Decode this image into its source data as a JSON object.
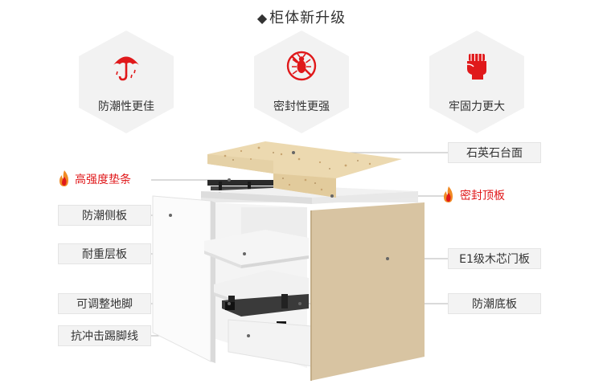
{
  "title": "柜体新升级",
  "features": [
    {
      "icon": "umbrella-icon",
      "label": "防潮性更佳"
    },
    {
      "icon": "bug-prohibited-icon",
      "label": "密封性更强"
    },
    {
      "icon": "fist-icon",
      "label": "牢固力更大"
    }
  ],
  "callouts": {
    "quartz_top": "石英石台面",
    "strip": "高强度垫条",
    "top_board": "密封顶板",
    "side_board": "防潮侧板",
    "door": "E1级木芯门板",
    "shelf": "耐重层板",
    "bottom_board": "防潮底板",
    "feet": "可调整地脚",
    "kick_line": "抗冲击踢脚线"
  },
  "colors": {
    "accent": "#e0191b",
    "hex_fill": "#f2f2f2",
    "door": "#d8c4a2",
    "quartz": "#ecd9b0"
  }
}
